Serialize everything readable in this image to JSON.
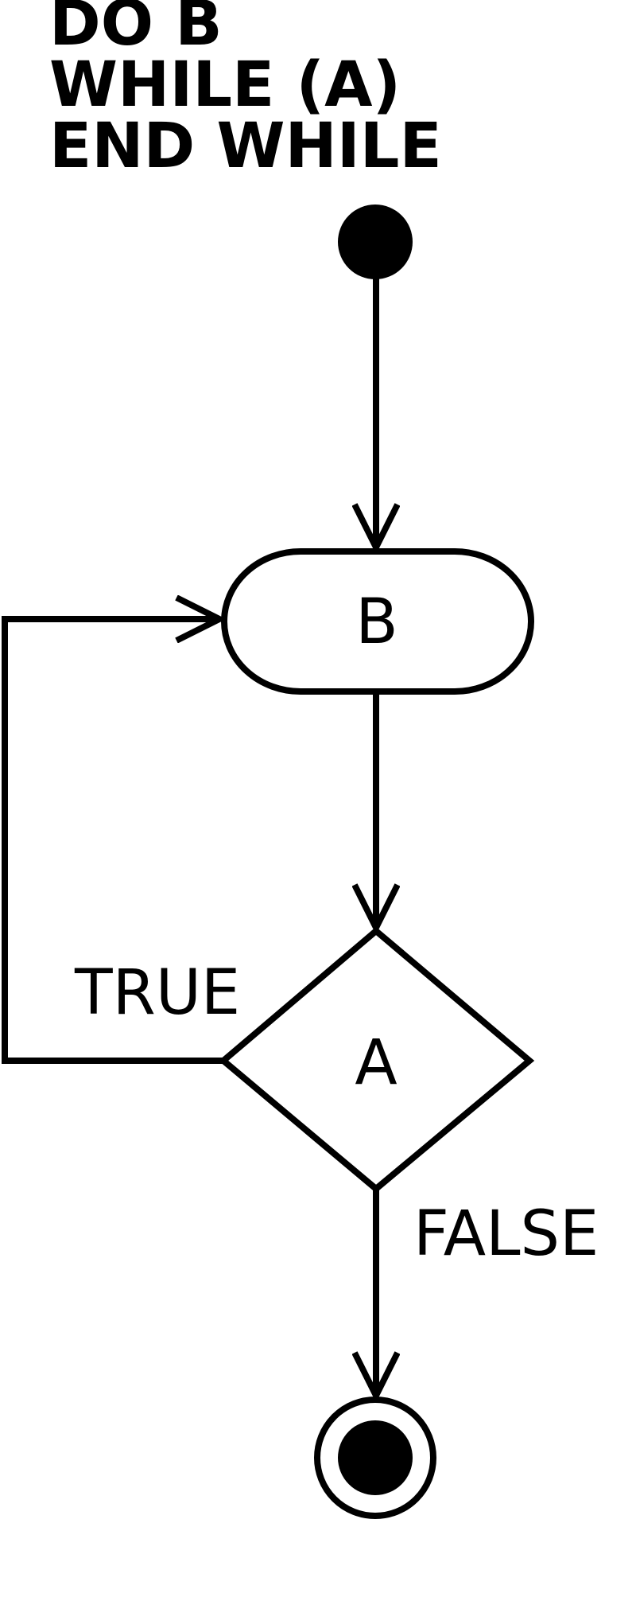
{
  "title_lines": [
    "DO B",
    "WHILE (A)",
    "END WHILE"
  ],
  "nodes": {
    "action": "B",
    "decision": "A"
  },
  "edges": {
    "true_label": "TRUE",
    "false_label": "FALSE"
  },
  "colors": {
    "stroke": "#000000",
    "background": "#ffffff"
  }
}
